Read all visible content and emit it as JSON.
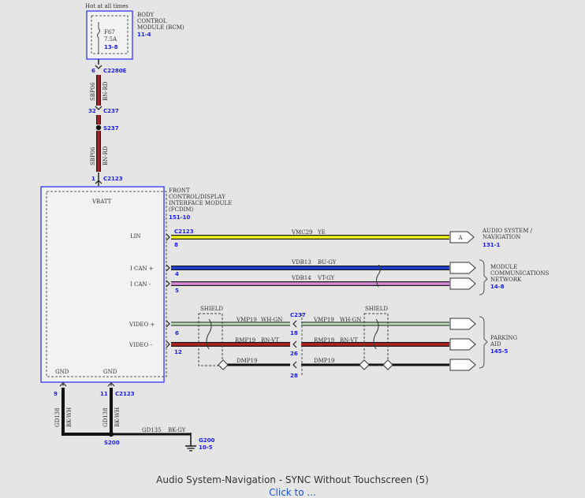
{
  "bcm": {
    "note": "Hot at all times",
    "fuse": "F67",
    "fuse_rating": "7.5A",
    "fuse_ref": "13-8",
    "name_l1": "BODY",
    "name_l2": "CONTROL",
    "name_l3": "MODULE (BCM)",
    "ref": "11-4"
  },
  "pwr": {
    "pin_top": "6",
    "conn_top": "C2280E",
    "circuit1": "SBP06",
    "color1": "BN-RD",
    "pin_mid": "32",
    "conn_mid": "C237",
    "splice": "S237",
    "circuit2": "SBP06",
    "color2": "BN-RD",
    "pin_bot": "1",
    "conn_bot": "C2123"
  },
  "fcdim": {
    "name_l1": "FRONT",
    "name_l2": "CONTROL/DISPLAY",
    "name_l3": "INTERFACE MODULE",
    "name_l4": "(FCDIM)",
    "ref": "151-10",
    "vbatt": "VBATT",
    "lin": "LIN",
    "ican_p": "I CAN +",
    "ican_m": "I CAN -",
    "video_p": "VIDEO +",
    "video_m": "VIDEO -",
    "gnd1": "GND",
    "gnd2": "GND",
    "conn": "C2123"
  },
  "pins": {
    "lin": "8",
    "ican_p": "4",
    "ican_m": "5",
    "video_p": "6",
    "video_m": "12",
    "gnd1": "9",
    "gnd2": "11",
    "mid_vp": "18",
    "mid_vm": "26",
    "mid_dr": "28"
  },
  "wires": {
    "lin_circuit": "VMC29",
    "lin_color": "YE",
    "canp_circuit": "VDB13",
    "canp_color": "BU-GY",
    "canm_circuit": "VDB14",
    "canm_color": "VT-GY",
    "vp_circuit": "VMP19",
    "vp_color": "WH-GN",
    "vm_circuit": "RMP19",
    "vm_color": "BN-VT",
    "drain_circuit": "DMP19",
    "vp2_circuit": "VMP19",
    "vp2_color": "WH-GN",
    "vm2_circuit": "RMP19",
    "vm2_color": "BN-VT",
    "drain2_circuit": "DMP19",
    "shield1": "SHIELD",
    "shield2": "SHIELD",
    "mid_conn": "C237"
  },
  "dest": {
    "audio_tag": "A",
    "audio_l1": "AUDIO SYSTEM /",
    "audio_l2": "NAVIGATION",
    "audio_ref": "131-1",
    "mod_l1": "MODULE",
    "mod_l2": "COMMUNICATIONS",
    "mod_l3": "NETWORK",
    "mod_ref": "14-8",
    "park_l1": "PARKING",
    "park_l2": "AID",
    "park_ref": "145-5"
  },
  "ground": {
    "c1": "GD138",
    "col1": "BK-WH",
    "c2": "GD138",
    "col2": "BK-WH",
    "splice": "S200",
    "c3": "GD135",
    "col3": "BK-GY",
    "point": "G200",
    "ref": "10-5"
  },
  "caption": "Audio System-Navigation - SYNC Without Touchscreen (5)",
  "caption_link": "Click to ..."
}
